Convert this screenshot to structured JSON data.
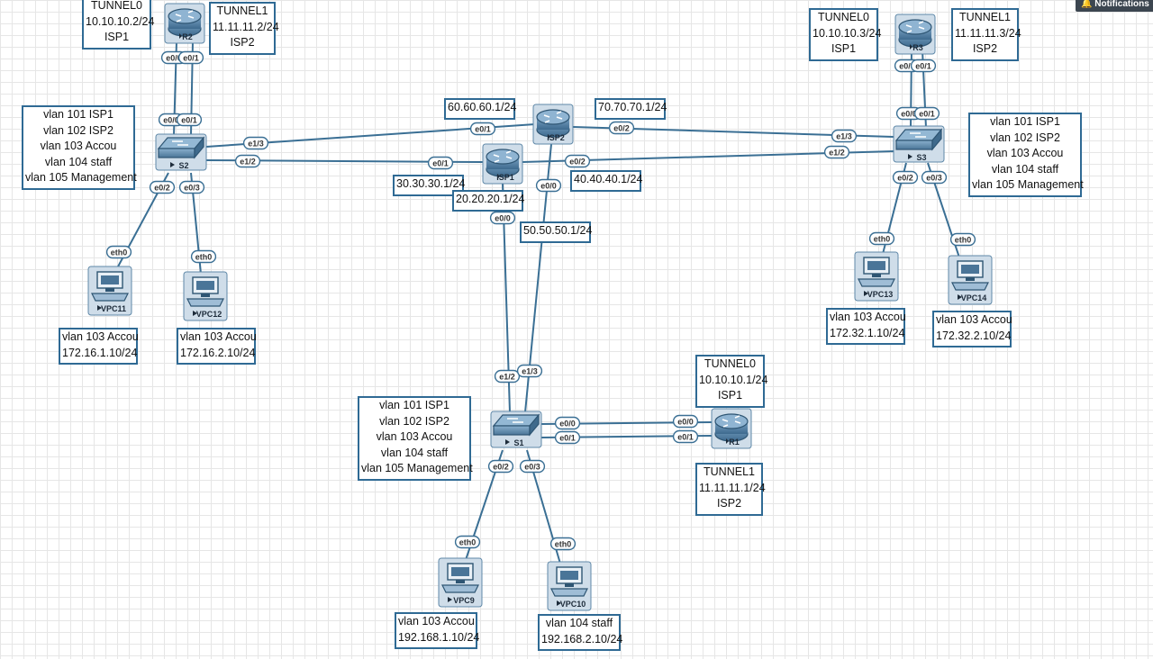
{
  "notification": {
    "label": "Notifications"
  },
  "devices": {
    "R1": {
      "label": "R1",
      "type": "router"
    },
    "R2": {
      "label": "R2",
      "type": "router"
    },
    "R3": {
      "label": "R3",
      "type": "router"
    },
    "ISP1": {
      "label": "ISP1",
      "type": "router"
    },
    "ISP2": {
      "label": "ISP2",
      "type": "router"
    },
    "S1": {
      "label": "S1",
      "type": "switch"
    },
    "S2": {
      "label": "S2",
      "type": "switch"
    },
    "S3": {
      "label": "S3",
      "type": "switch"
    },
    "VPC9": {
      "label": "VPC9",
      "type": "pc"
    },
    "VPC10": {
      "label": "VPC10",
      "type": "pc"
    },
    "VPC11": {
      "label": "VPC11",
      "type": "pc"
    },
    "VPC12": {
      "label": "VPC12",
      "type": "pc"
    },
    "VPC13": {
      "label": "VPC13",
      "type": "pc"
    },
    "VPC14": {
      "label": "VPC14",
      "type": "pc"
    }
  },
  "links": [
    {
      "from": "R2",
      "to": "S2",
      "ports": [
        "e0/0",
        "e0/0"
      ]
    },
    {
      "from": "R2",
      "to": "S2",
      "ports": [
        "e0/1",
        "e0/1"
      ]
    },
    {
      "from": "R3",
      "to": "S3",
      "ports": [
        "e0/0",
        "e0/0"
      ]
    },
    {
      "from": "R3",
      "to": "S3",
      "ports": [
        "e0/1",
        "e0/1"
      ]
    },
    {
      "from": "S2",
      "to": "ISP2",
      "ports": [
        "e1/3",
        "e0/1"
      ]
    },
    {
      "from": "S2",
      "to": "ISP1",
      "ports": [
        "e1/2",
        "e0/1"
      ]
    },
    {
      "from": "ISP2",
      "to": "S3",
      "ports": [
        "e0/2",
        "e1/3"
      ]
    },
    {
      "from": "ISP1",
      "to": "S3",
      "ports": [
        "e0/2",
        "e1/2"
      ]
    },
    {
      "from": "ISP1",
      "to": "S1",
      "ports": [
        "e0/0",
        "e1/2"
      ]
    },
    {
      "from": "ISP2",
      "to": "S1",
      "ports": [
        "e0/0",
        "e1/3"
      ]
    },
    {
      "from": "S1",
      "to": "R1",
      "ports": [
        "e0/0",
        "e0/0"
      ]
    },
    {
      "from": "S1",
      "to": "R1",
      "ports": [
        "e0/1",
        "e0/1"
      ]
    },
    {
      "from": "S2",
      "to": "VPC11",
      "ports": [
        "e0/2",
        "eth0"
      ]
    },
    {
      "from": "S2",
      "to": "VPC12",
      "ports": [
        "e0/3",
        "eth0"
      ]
    },
    {
      "from": "S3",
      "to": "VPC13",
      "ports": [
        "e0/2",
        "eth0"
      ]
    },
    {
      "from": "S3",
      "to": "VPC14",
      "ports": [
        "e0/3",
        "eth0"
      ]
    },
    {
      "from": "S1",
      "to": "VPC9",
      "ports": [
        "e0/2",
        "eth0"
      ]
    },
    {
      "from": "S1",
      "to": "VPC10",
      "ports": [
        "e0/3",
        "eth0"
      ]
    }
  ],
  "notes": {
    "r2_tunnel0": [
      "TUNNEL0",
      "10.10.10.2/24",
      "ISP1"
    ],
    "r2_tunnel1": [
      "TUNNEL1",
      "11.11.11.2/24",
      "ISP2"
    ],
    "r3_tunnel0": [
      "TUNNEL0",
      "10.10.10.3/24",
      "ISP1"
    ],
    "r3_tunnel1": [
      "TUNNEL1",
      "11.11.11.3/24",
      "ISP2"
    ],
    "r1_tunnel0": [
      "TUNNEL0",
      "10.10.10.1/24",
      "ISP1"
    ],
    "r1_tunnel1": [
      "TUNNEL1",
      "11.11.11.1/24",
      "ISP2"
    ],
    "s2_vlans": [
      "vlan 101 ISP1",
      "vlan 102 ISP2",
      "vlan 103 Accou",
      "vlan 104 staff",
      "vlan 105 Management"
    ],
    "s3_vlans": [
      "vlan 101 ISP1",
      "vlan 102 ISP2",
      "vlan 103 Accou",
      "vlan 104 staff",
      "vlan 105 Management"
    ],
    "s1_vlans": [
      "vlan 101 ISP1",
      "vlan 102 ISP2",
      "vlan 103 Accou",
      "vlan 104 staff",
      "vlan 105 Management"
    ],
    "isp2_e01": [
      "60.60.60.1/24"
    ],
    "isp2_e02": [
      "70.70.70.1/24"
    ],
    "isp1_e01": [
      "30.30.30.1/24"
    ],
    "isp1_e00": [
      "20.20.20.1/24"
    ],
    "isp1_e02": [
      "40.40.40.1/24"
    ],
    "isp2_e00": [
      "50.50.50.1/24"
    ],
    "vpc11": [
      "vlan 103 Accou",
      "172.16.1.10/24"
    ],
    "vpc12": [
      "vlan 103 Accou",
      "172.16.2.10/24"
    ],
    "vpc13": [
      "vlan 103 Accou",
      "172.32.1.10/24"
    ],
    "vpc14": [
      "vlan 103 Accou",
      "172.32.2.10/24"
    ],
    "vpc9": [
      "vlan 103 Accou",
      "192.168.1.10/24"
    ],
    "vpc10": [
      "vlan 104 staff",
      "192.168.2.10/24"
    ]
  },
  "colors": {
    "link": "#3a6f94",
    "device": "#5f88a8",
    "note_border": "#2f6a94"
  }
}
